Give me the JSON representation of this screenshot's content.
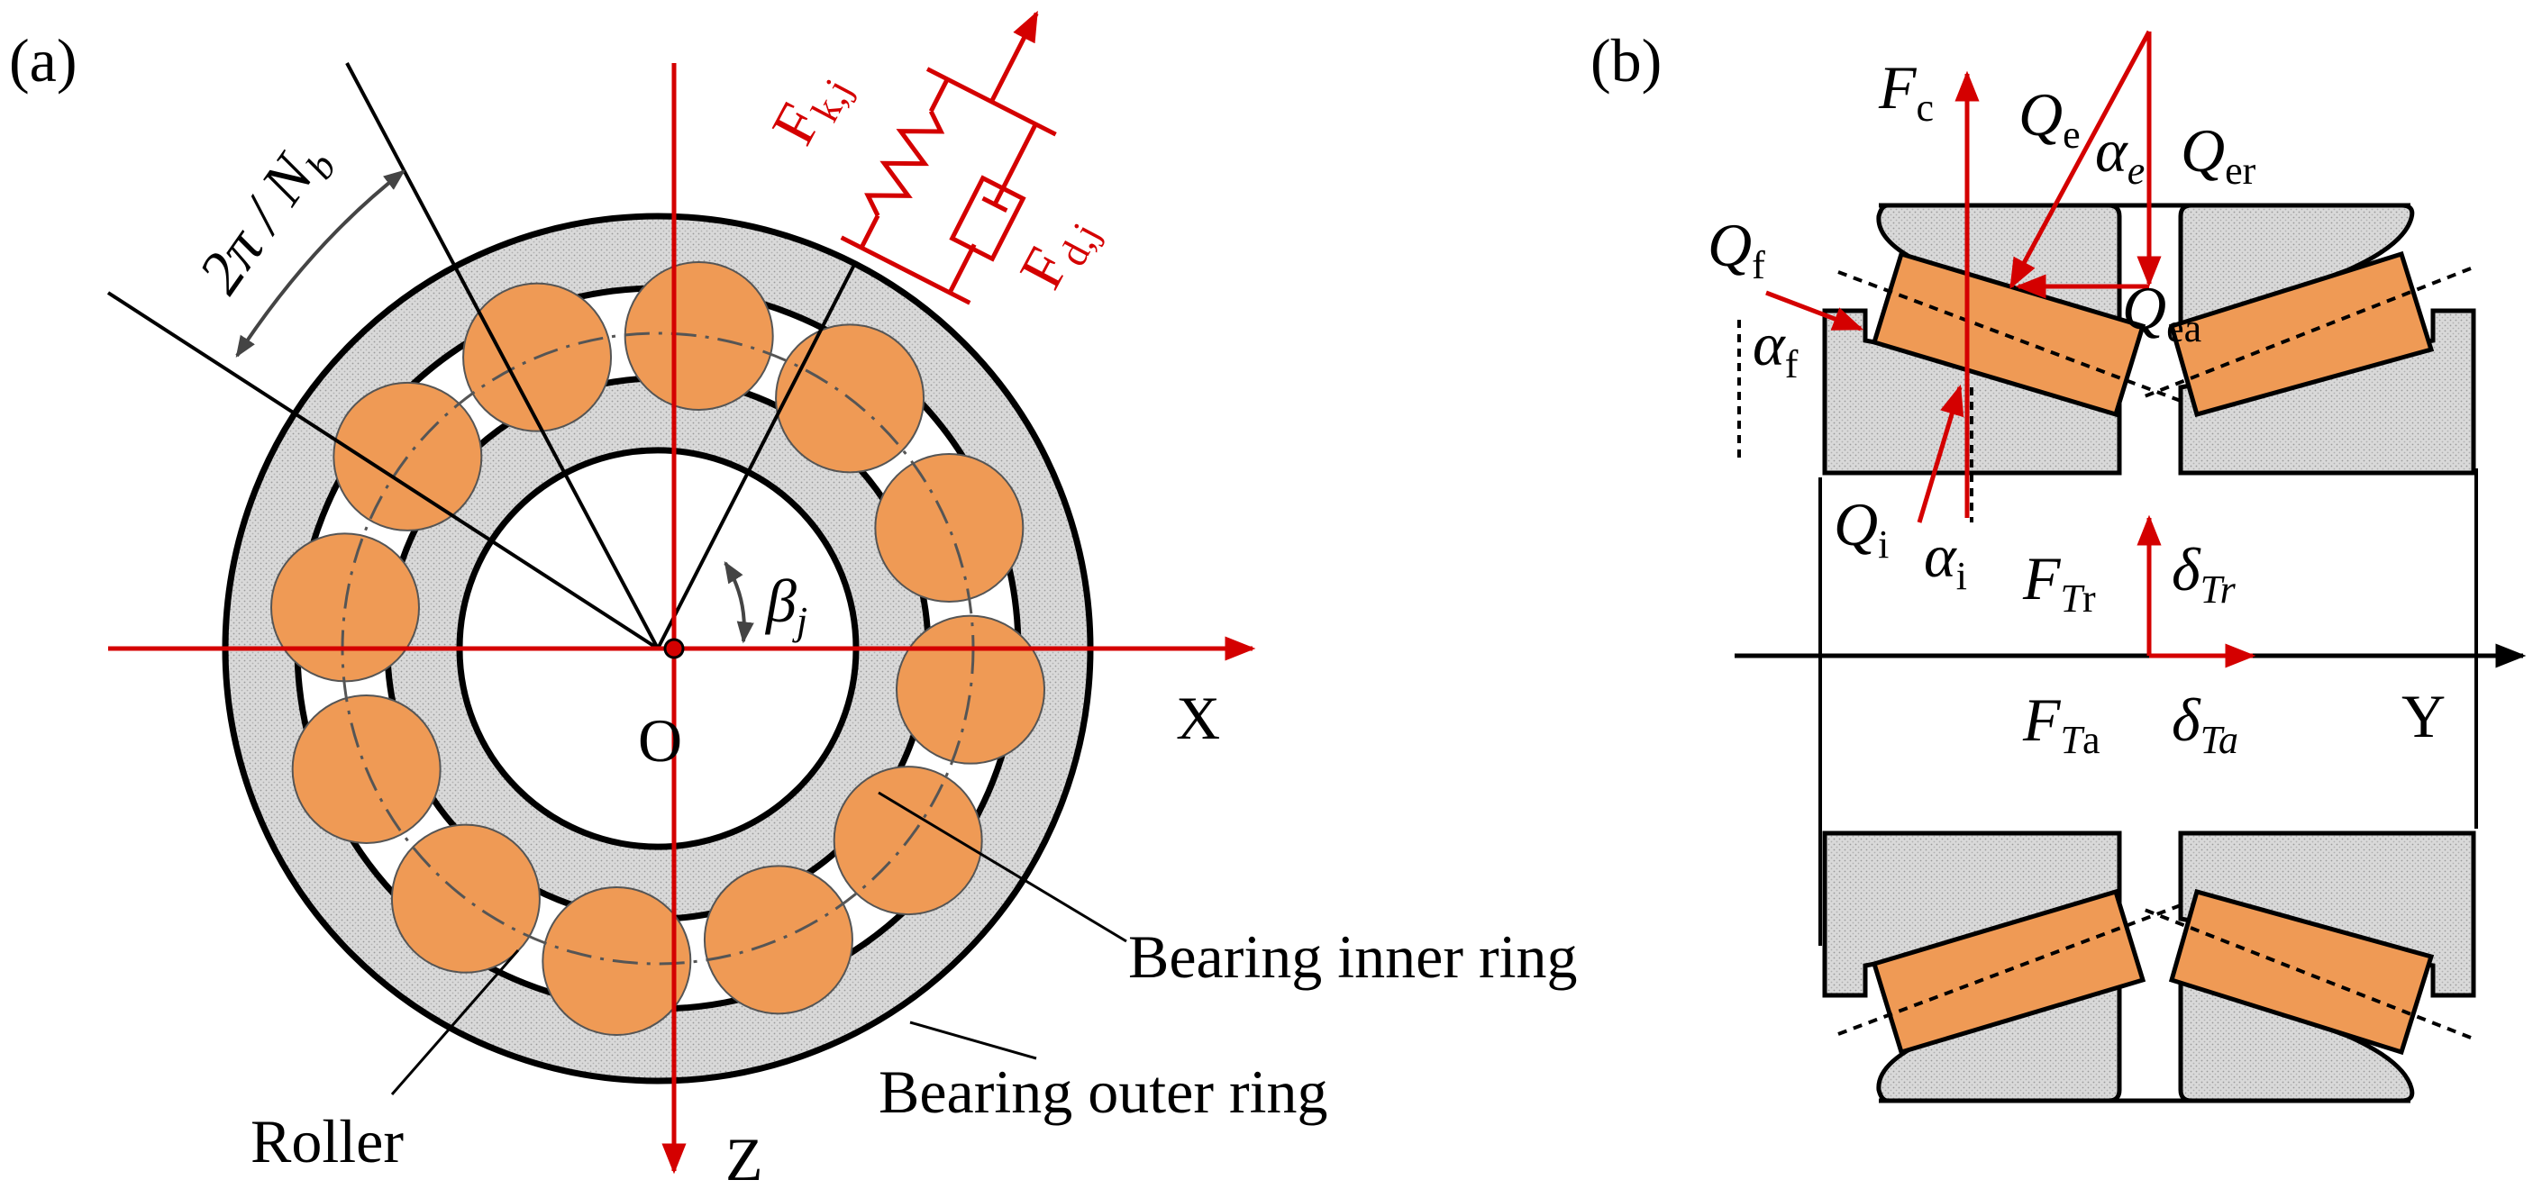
{
  "panel_a": {
    "label": "(a)",
    "angle_label": "2π / N",
    "angle_sub": "b",
    "beta": "β",
    "beta_sub": "j",
    "origin": "O",
    "axis_x": "X",
    "axis_z": "Z",
    "fk": "F",
    "fk_sub": "k,j",
    "fd": "F",
    "fd_sub": "d,j",
    "inner_ring": "Bearing inner ring",
    "outer_ring": "Bearing outer ring",
    "roller": "Roller",
    "roller_count": 12
  },
  "panel_b": {
    "label": "(b)",
    "fc": "F",
    "fc_sub": "c",
    "qe": "Q",
    "qe_sub": "e",
    "alpha_e": "α",
    "alpha_e_sub": "e",
    "qer": "Q",
    "qer_sub": "er",
    "qf": "Q",
    "qf_sub": "f",
    "alpha_f": "α",
    "alpha_f_sub": "f",
    "qea": "Q",
    "qea_sub": "ea",
    "qi": "Q",
    "qi_sub": "i",
    "alpha_i": "α",
    "alpha_i_sub": "i",
    "ftr": "F",
    "ftr_sub_t": "T",
    "ftr_sub_r": "r",
    "dtr": "δ",
    "dtr_sub": "Tr",
    "fta": "F",
    "fta_sub_t": "T",
    "fta_sub_a": "a",
    "dta": "δ",
    "dta_sub": "Ta",
    "axis_y": "Y"
  },
  "colors": {
    "red": "#d40000",
    "roller": "#ef9a55",
    "ring": "#d9d9d9"
  }
}
